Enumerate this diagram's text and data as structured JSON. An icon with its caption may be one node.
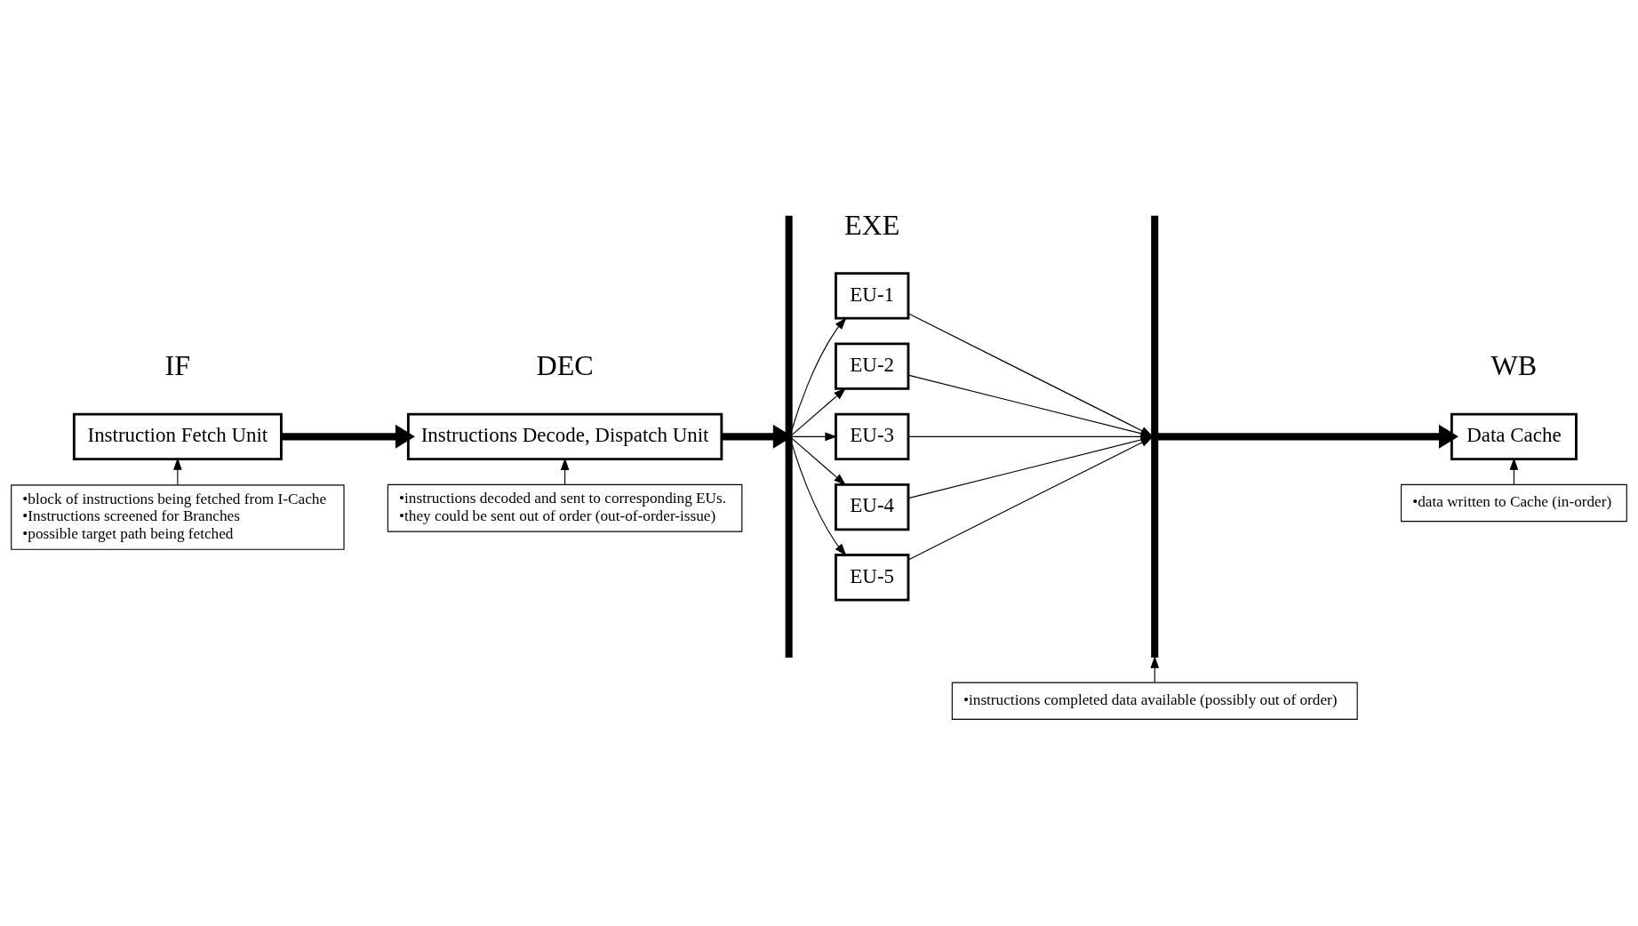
{
  "diagram": {
    "nodes": [
      {
        "text": [
          "Instruction Fetch Unit"
        ]
      },
      {
        "text": [
          "Instructions Decode, Dispatch Unit"
        ]
      },
      {
        "text": [],
        "shape": "bar"
      },
      {
        "text": [
          "EU-1"
        ]
      },
      {
        "text": [
          "EU-2"
        ]
      },
      {
        "text": [
          "EU-3"
        ]
      },
      {
        "text": [
          "EU-4"
        ]
      },
      {
        "text": [
          "EU-5"
        ]
      },
      {
        "text": [],
        "shape": "bar"
      },
      {
        "text": [
          "Data Cache"
        ]
      },
      {
        "text": [
          "•instructions decoded and sent to corresponding EUs.",
          "•they could be sent out of order (out-of-order-issue)"
        ]
      },
      {
        "text": [
          "•instructions completed data available (possibly out of order)"
        ]
      },
      {
        "text": [
          "•block of instructions being fetched from I-Cache",
          "•Instructions screened for Branches",
          "•possible target path being fetched"
        ]
      },
      {
        "text": [
          "•data written to Cache (in-order)"
        ]
      }
    ],
    "edges": [
      {
        "from": 0,
        "to": 1,
        "arrow": "to",
        "style": "thick"
      },
      {
        "from": 1,
        "to": 2,
        "arrow": "to",
        "style": "thick"
      },
      {
        "from": 2,
        "to": 3,
        "arrow": "to"
      },
      {
        "from": 2,
        "to": 4,
        "arrow": "to"
      },
      {
        "from": 2,
        "to": 5,
        "arrow": "to"
      },
      {
        "from": 2,
        "to": 6,
        "arrow": "to"
      },
      {
        "from": 2,
        "to": 7,
        "arrow": "to"
      },
      {
        "from": 3,
        "to": 8,
        "arrow": "to"
      },
      {
        "from": 4,
        "to": 8,
        "arrow": "to"
      },
      {
        "from": 5,
        "to": 8,
        "arrow": "to"
      },
      {
        "from": 6,
        "to": 8,
        "arrow": "to"
      },
      {
        "from": 7,
        "to": 8,
        "arrow": "to"
      },
      {
        "from": 8,
        "to": 9,
        "arrow": "to",
        "style": "thick"
      },
      {
        "from": 10,
        "to": 1,
        "arrow": "to"
      },
      {
        "from": 11,
        "to": 8,
        "arrow": "to"
      },
      {
        "from": 12,
        "to": 0,
        "arrow": "to"
      },
      {
        "from": 13,
        "to": 9,
        "arrow": "to"
      }
    ],
    "labels": [
      "IF",
      "DEC",
      "EXE",
      "WB"
    ]
  }
}
